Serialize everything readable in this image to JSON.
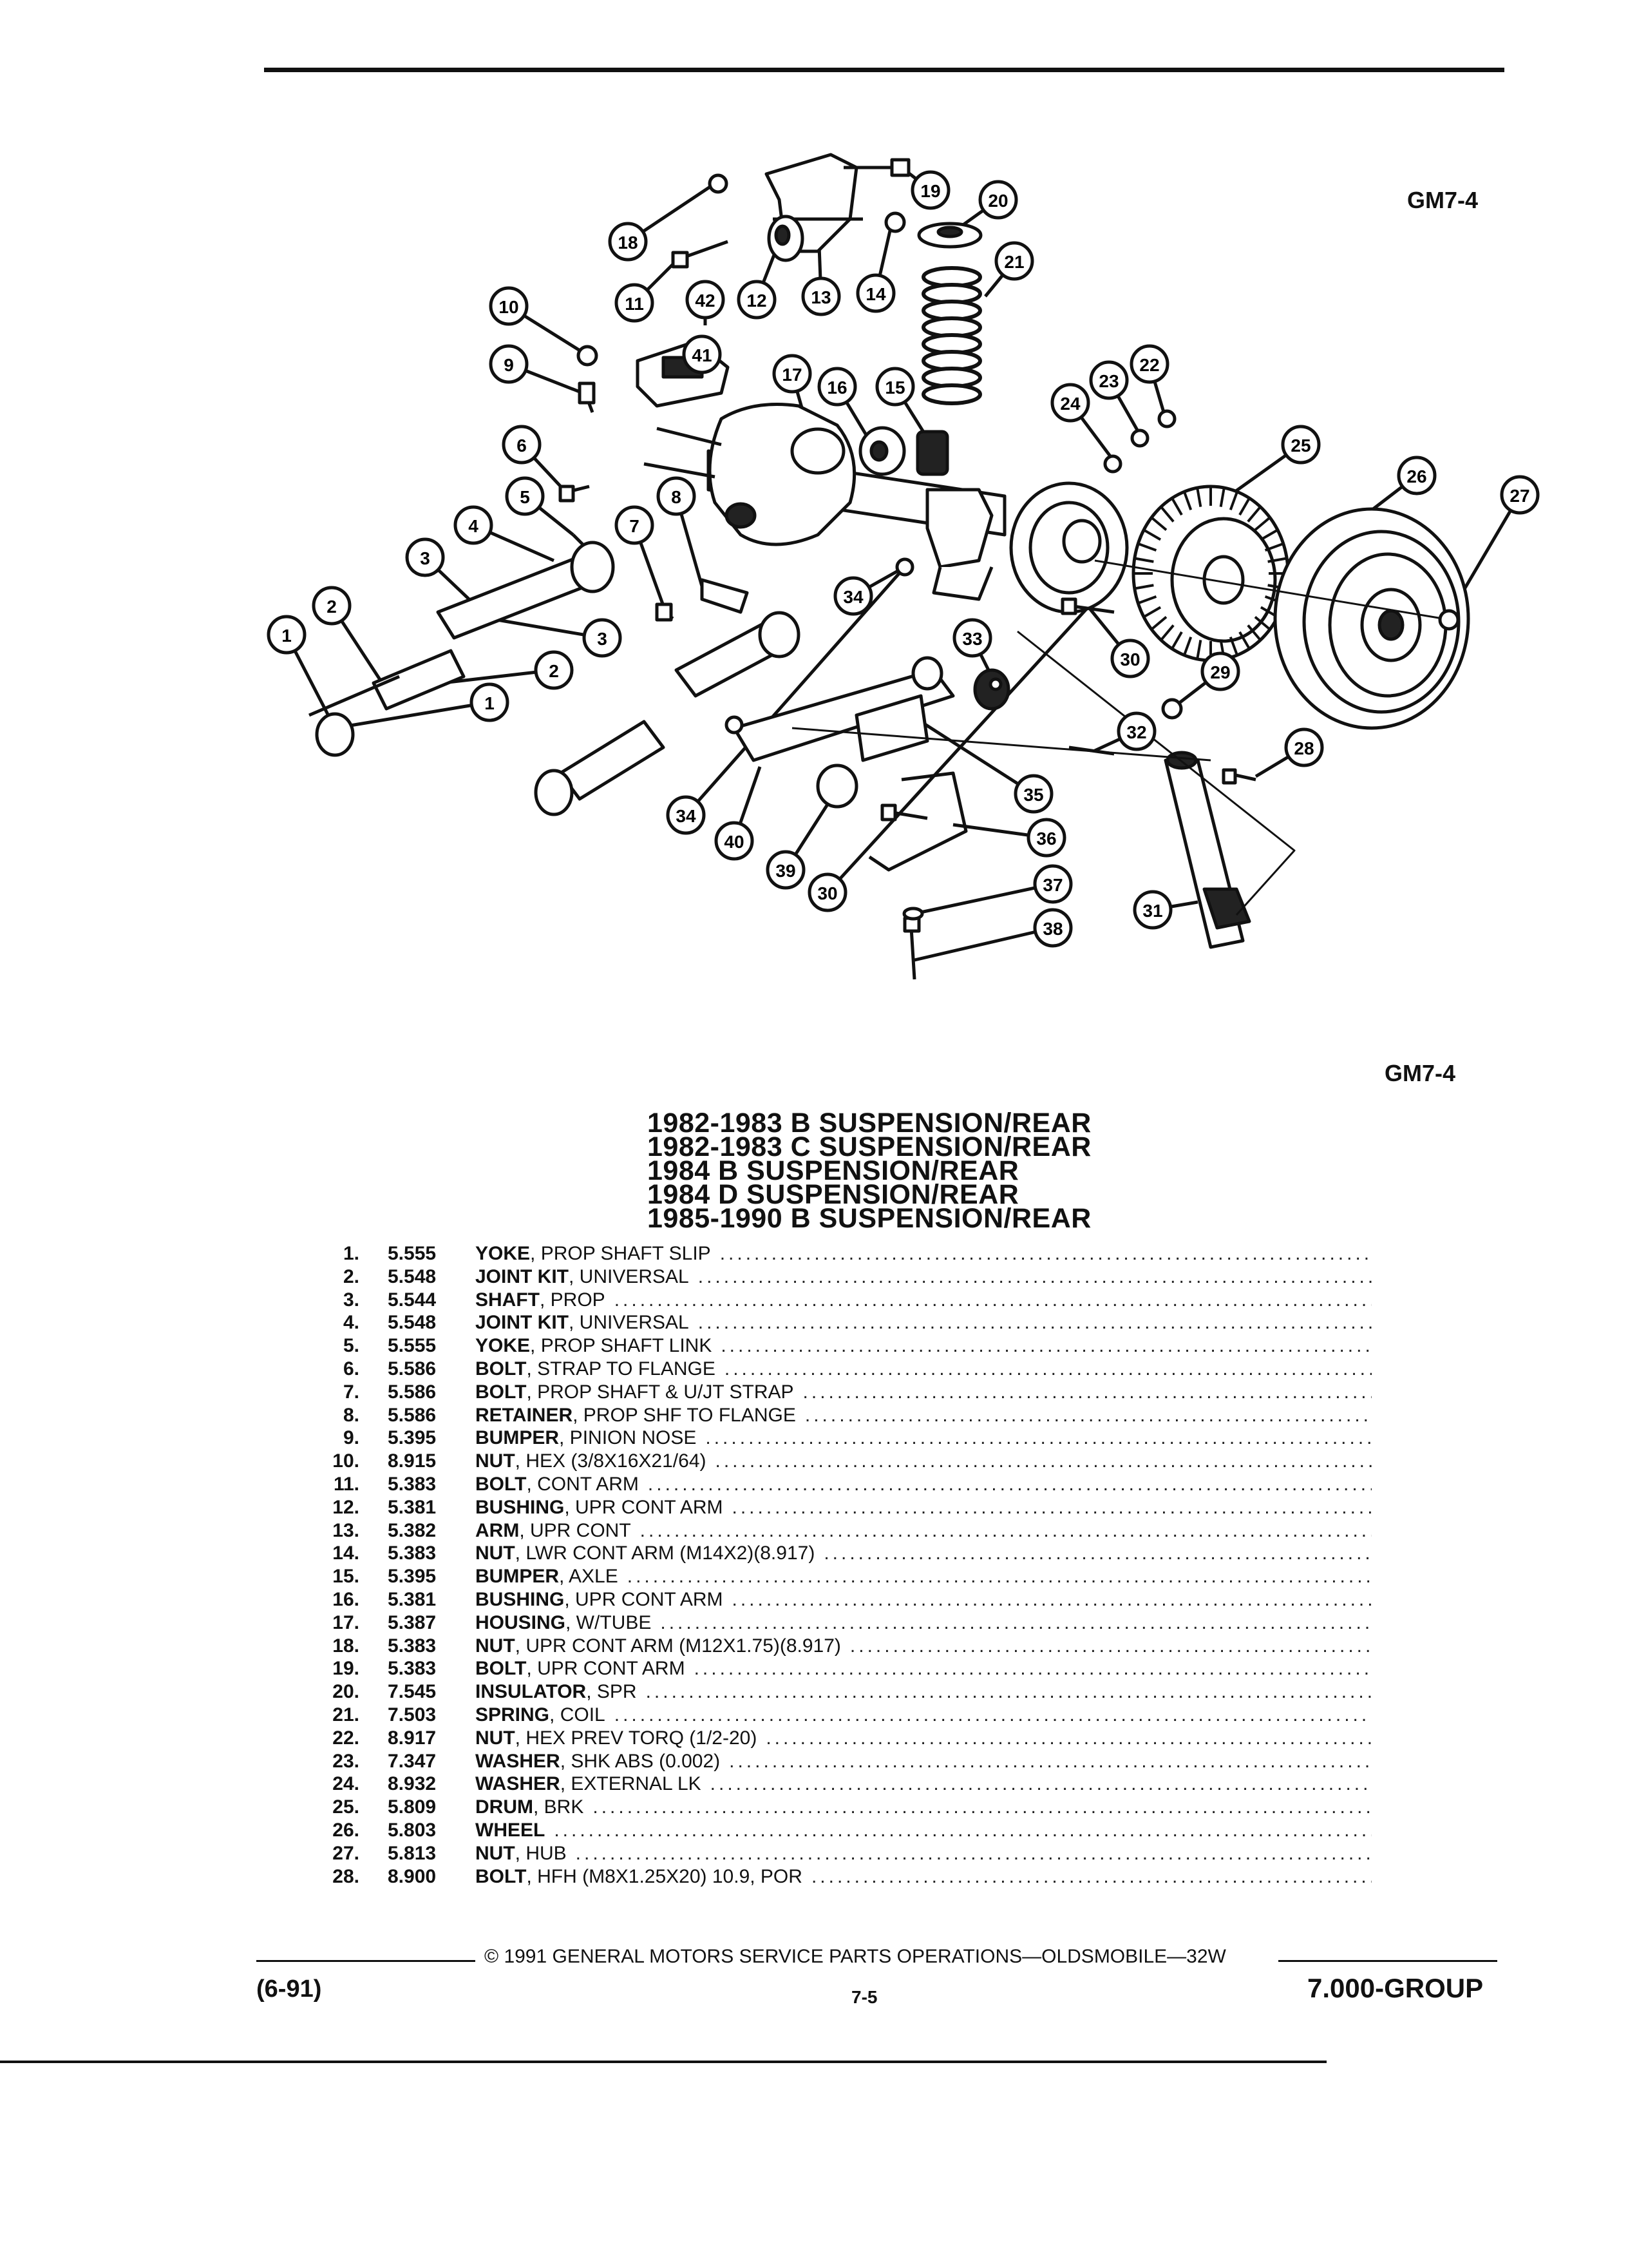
{
  "header": {
    "figure_code": "GM7-4"
  },
  "diagram": {
    "callouts": [
      "1",
      "2",
      "3",
      "4",
      "5",
      "6",
      "7",
      "8",
      "9",
      "10",
      "11",
      "12",
      "13",
      "14",
      "15",
      "16",
      "17",
      "18",
      "19",
      "20",
      "21",
      "22",
      "23",
      "24",
      "25",
      "26",
      "27",
      "28",
      "29",
      "30",
      "31",
      "32",
      "33",
      "34",
      "35",
      "36",
      "37",
      "38",
      "39",
      "40",
      "41",
      "42"
    ]
  },
  "caption": {
    "figure_code": "GM7-4"
  },
  "titles": [
    "1982-1983 B SUSPENSION/REAR",
    "1982-1983 C SUSPENSION/REAR",
    "1984 B SUSPENSION/REAR",
    "1984 D SUSPENSION/REAR",
    "1985-1990 B SUSPENSION/REAR"
  ],
  "parts": [
    {
      "num": "1.",
      "group": "5.555",
      "name": "YOKE",
      "detail": ", PROP SHAFT SLIP"
    },
    {
      "num": "2.",
      "group": "5.548",
      "name": "JOINT KIT",
      "detail": ", UNIVERSAL"
    },
    {
      "num": "3.",
      "group": "5.544",
      "name": "SHAFT",
      "detail": ", PROP"
    },
    {
      "num": "4.",
      "group": "5.548",
      "name": "JOINT KIT",
      "detail": ", UNIVERSAL"
    },
    {
      "num": "5.",
      "group": "5.555",
      "name": "YOKE",
      "detail": ", PROP SHAFT LINK"
    },
    {
      "num": "6.",
      "group": "5.586",
      "name": "BOLT",
      "detail": ", STRAP TO FLANGE"
    },
    {
      "num": "7.",
      "group": "5.586",
      "name": "BOLT",
      "detail": ", PROP SHAFT & U/JT STRAP"
    },
    {
      "num": "8.",
      "group": "5.586",
      "name": "RETAINER",
      "detail": ", PROP SHF TO FLANGE"
    },
    {
      "num": "9.",
      "group": "5.395",
      "name": "BUMPER",
      "detail": ", PINION NOSE"
    },
    {
      "num": "10.",
      "group": "8.915",
      "name": "NUT",
      "detail": ", HEX (3/8X16X21/64)"
    },
    {
      "num": "11.",
      "group": "5.383",
      "name": "BOLT",
      "detail": ", CONT ARM"
    },
    {
      "num": "12.",
      "group": "5.381",
      "name": "BUSHING",
      "detail": ", UPR CONT ARM"
    },
    {
      "num": "13.",
      "group": "5.382",
      "name": "ARM",
      "detail": ", UPR CONT"
    },
    {
      "num": "14.",
      "group": "5.383",
      "name": "NUT",
      "detail": ", LWR CONT ARM (M14X2)(8.917)"
    },
    {
      "num": "15.",
      "group": "5.395",
      "name": "BUMPER",
      "detail": ", AXLE"
    },
    {
      "num": "16.",
      "group": "5.381",
      "name": "BUSHING",
      "detail": ", UPR CONT ARM"
    },
    {
      "num": "17.",
      "group": "5.387",
      "name": "HOUSING",
      "detail": ", W/TUBE"
    },
    {
      "num": "18.",
      "group": "5.383",
      "name": "NUT",
      "detail": ", UPR CONT ARM (M12X1.75)(8.917)"
    },
    {
      "num": "19.",
      "group": "5.383",
      "name": "BOLT",
      "detail": ", UPR CONT ARM"
    },
    {
      "num": "20.",
      "group": "7.545",
      "name": "INSULATOR",
      "detail": ", SPR"
    },
    {
      "num": "21.",
      "group": "7.503",
      "name": "SPRING",
      "detail": ", COIL"
    },
    {
      "num": "22.",
      "group": "8.917",
      "name": "NUT",
      "detail": ", HEX PREV TORQ (1/2-20)"
    },
    {
      "num": "23.",
      "group": "7.347",
      "name": "WASHER",
      "detail": ", SHK ABS (0.002)"
    },
    {
      "num": "24.",
      "group": "8.932",
      "name": "WASHER",
      "detail": ", EXTERNAL LK"
    },
    {
      "num": "25.",
      "group": "5.809",
      "name": "DRUM",
      "detail": ", BRK"
    },
    {
      "num": "26.",
      "group": "5.803",
      "name": "WHEEL",
      "detail": ""
    },
    {
      "num": "27.",
      "group": "5.813",
      "name": "NUT",
      "detail": ", HUB"
    },
    {
      "num": "28.",
      "group": "8.900",
      "name": "BOLT",
      "detail": ", HFH (M8X1.25X20) 10.9, POR"
    }
  ],
  "footer": {
    "copyright": "© 1991 GENERAL MOTORS SERVICE PARTS OPERATIONS—OLDSMOBILE—32W",
    "date": "(6-91)",
    "page": "7-5",
    "group": "7.000-GROUP"
  }
}
